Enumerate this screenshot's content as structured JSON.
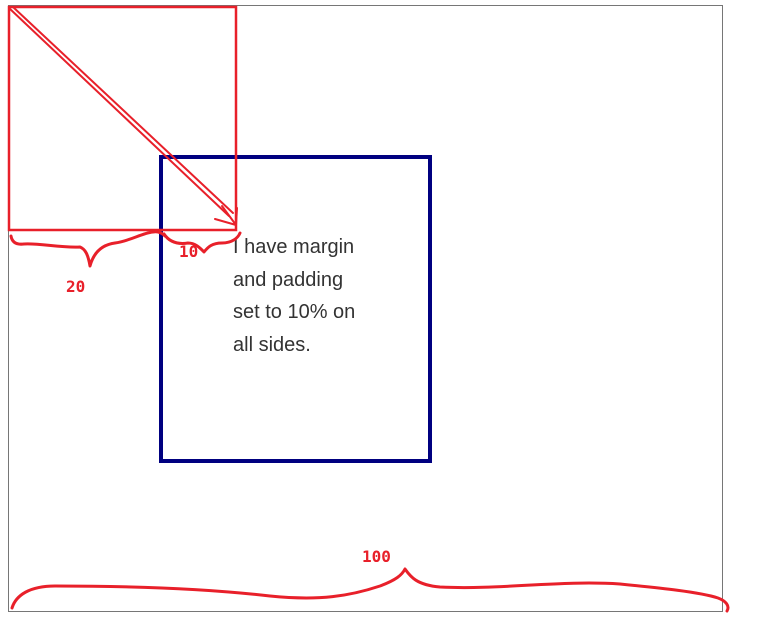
{
  "box": {
    "text": "I have margin and padding set to 10% on all sides."
  },
  "annotations": {
    "margin_label": "20",
    "padding_label": "10",
    "width_label": "100"
  },
  "colors": {
    "annotation": "#e8202a",
    "box_border": "#000080",
    "container_border": "#767676",
    "text": "#333333"
  }
}
